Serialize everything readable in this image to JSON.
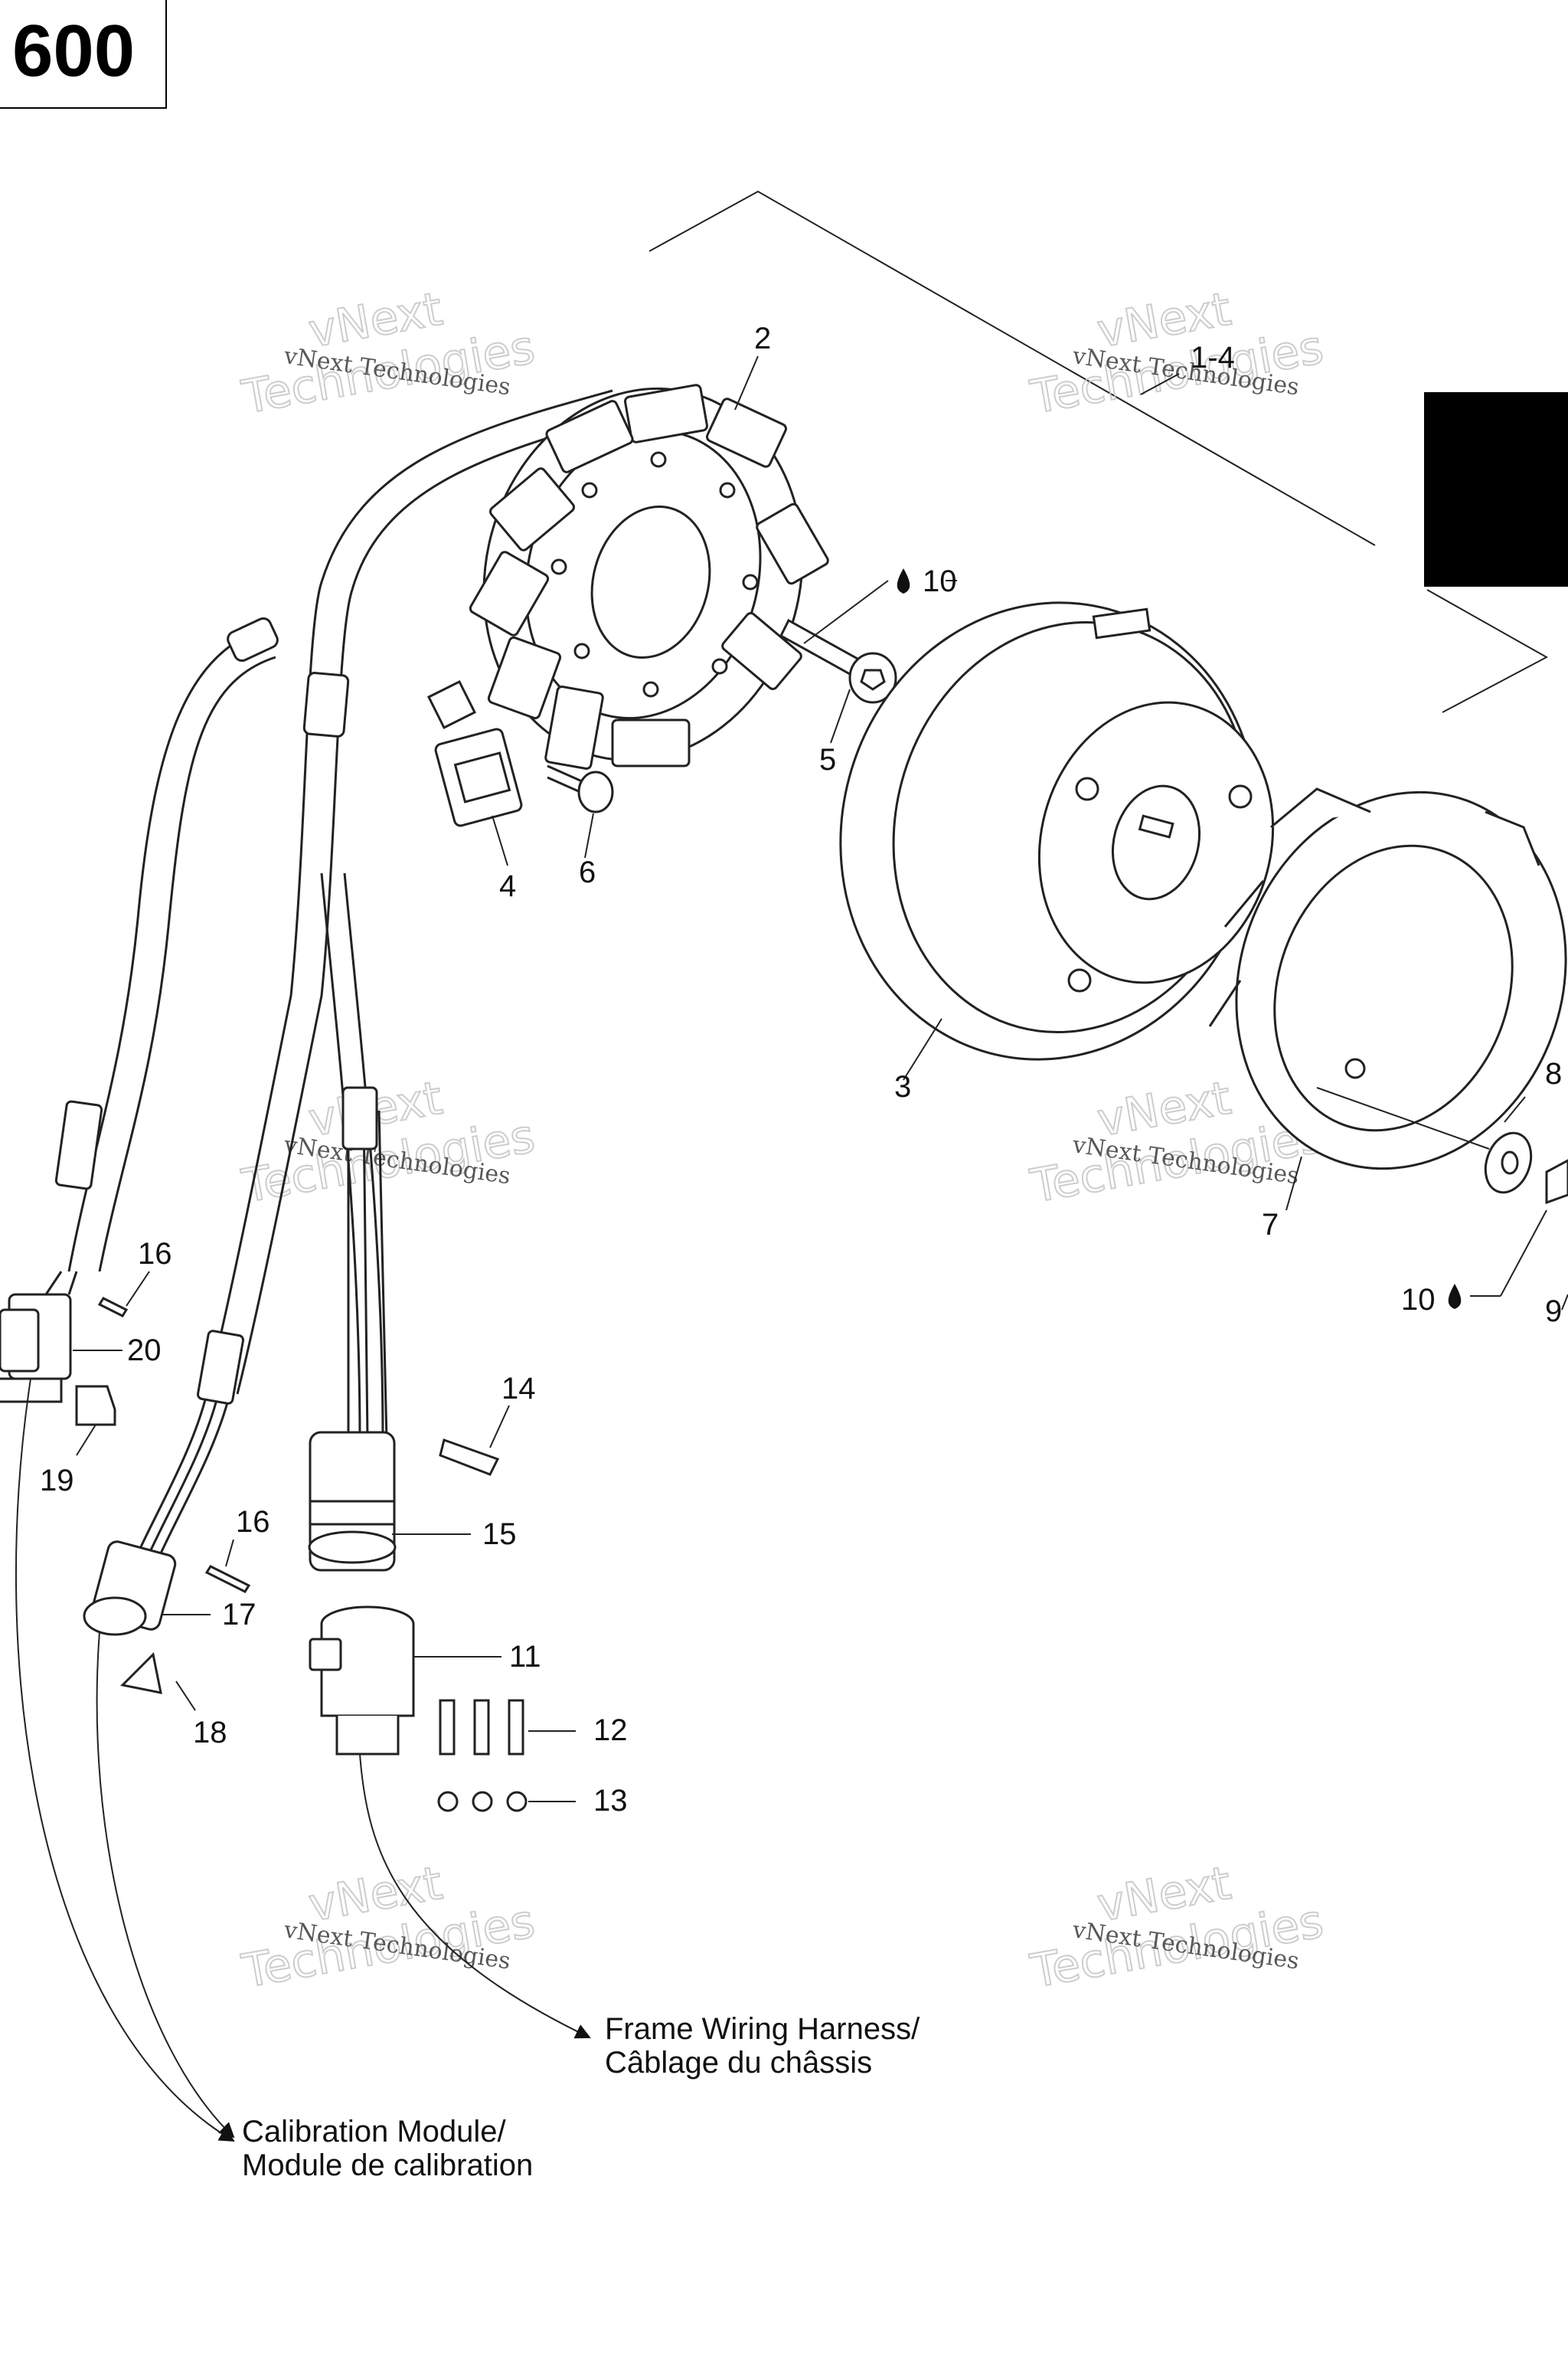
{
  "page_number": "600",
  "callouts": {
    "c_1_4": "1-4",
    "c_2": "2",
    "c_3": "3",
    "c_4": "4",
    "c_5": "5",
    "c_6": "6",
    "c_7": "7",
    "c_8": "8",
    "c_9": "9",
    "c_10_top": "10",
    "c_10_bottom": "10",
    "c_11": "11",
    "c_12": "12",
    "c_13": "13",
    "c_14": "14",
    "c_15": "15",
    "c_16_top": "16",
    "c_16_bottom": "16",
    "c_17": "17",
    "c_18": "18",
    "c_19": "19",
    "c_20": "20"
  },
  "captions": {
    "frame_line1": "Frame Wiring Harness/",
    "frame_line2": "Câblage du châssis",
    "calib_line1": "Calibration Module/",
    "calib_line2": "Module de calibration"
  },
  "watermark": {
    "line_a": "vNext Technologies",
    "line_b1": "vNext",
    "line_b2": "Technologies"
  },
  "icons": {
    "thread_locker": "drop-icon"
  }
}
